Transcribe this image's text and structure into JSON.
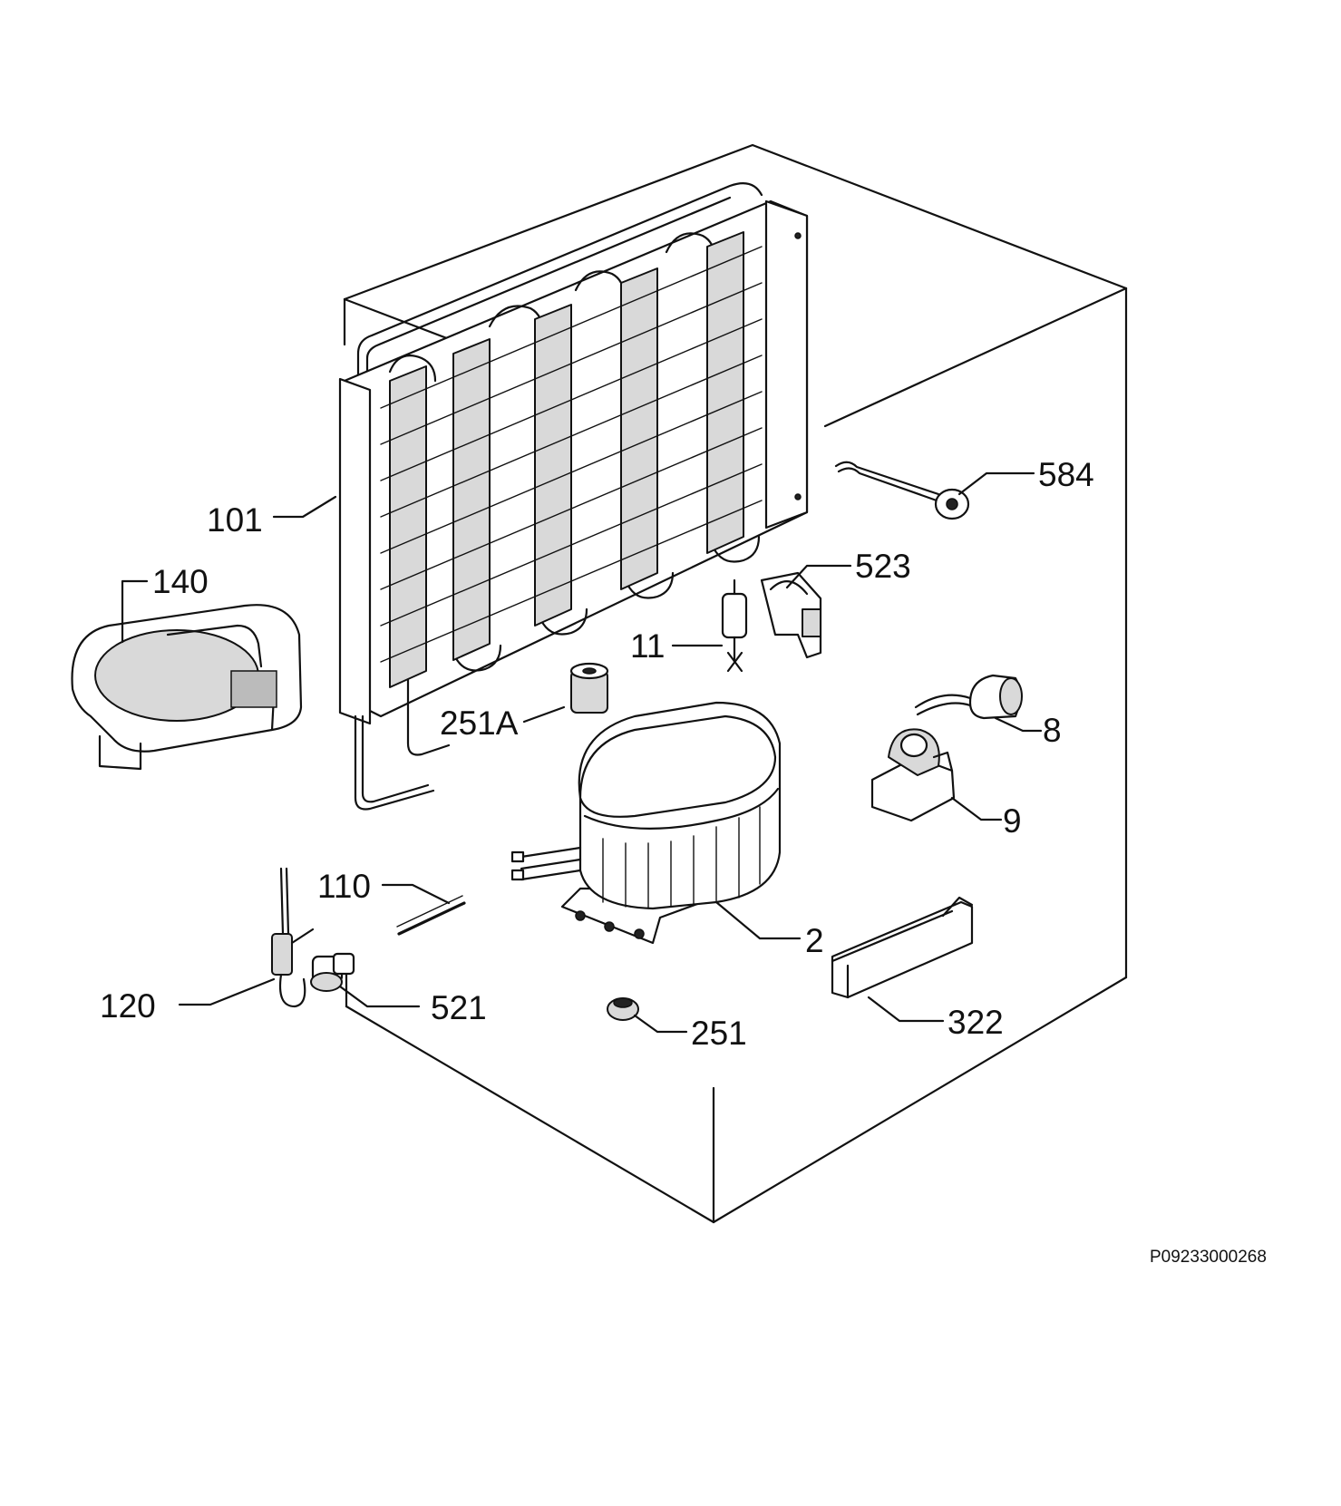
{
  "diagram": {
    "reference_code": "P09233000268",
    "part_labels": [
      {
        "id": "584",
        "text": "584"
      },
      {
        "id": "101",
        "text": "101"
      },
      {
        "id": "523",
        "text": "523"
      },
      {
        "id": "140",
        "text": "140"
      },
      {
        "id": "11",
        "text": "11"
      },
      {
        "id": "251A",
        "text": "251A"
      },
      {
        "id": "8",
        "text": "8"
      },
      {
        "id": "9",
        "text": "9"
      },
      {
        "id": "110",
        "text": "110"
      },
      {
        "id": "2",
        "text": "2"
      },
      {
        "id": "120",
        "text": "120"
      },
      {
        "id": "521",
        "text": "521"
      },
      {
        "id": "251",
        "text": "251"
      },
      {
        "id": "322",
        "text": "322"
      }
    ]
  }
}
